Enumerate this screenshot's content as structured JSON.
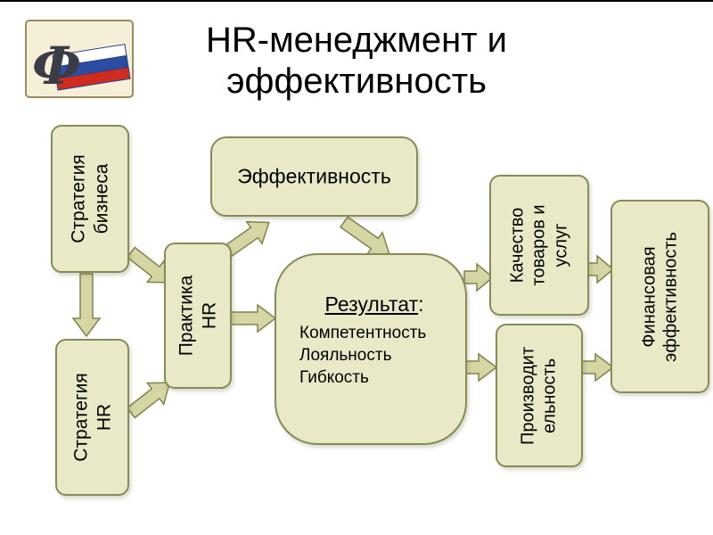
{
  "slide": {
    "title": "HR-менеджмент и\nэффективность"
  },
  "logo": {
    "letter": "Ф"
  },
  "colors": {
    "box_fill": "#e9e9c8",
    "box_border": "#8a8a58",
    "arrow_fill": "#d6d6a4",
    "arrow_border": "#82824e",
    "title": "#000000",
    "flag_white": "#ffffff",
    "flag_blue": "#2b4ea2",
    "flag_red": "#cf2b1e"
  },
  "diagram": {
    "boxes": {
      "strategy_business": "Стратегия\nбизнеса",
      "strategy_hr": "Стратегия\nHR",
      "practice_hr": "Практика\nHR",
      "effectiveness": "Эффективность",
      "result": {
        "heading": "Результат",
        "colon": ":",
        "items": [
          "Компетентность",
          "Лояльность",
          "Гибкость"
        ]
      },
      "quality": "Качество\nтоваров и\nуслуг",
      "productivity": "Производит\nельность",
      "financial": "Финансовая\nэффективность"
    }
  }
}
